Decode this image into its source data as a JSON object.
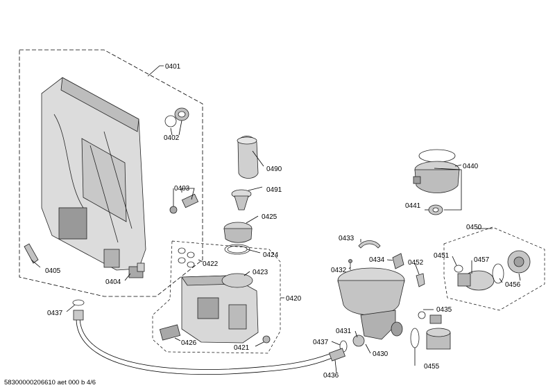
{
  "footer": "58300000206610 aet 000 b 4/6",
  "parts": {
    "p0401": "0401",
    "p0402": "0402",
    "p0403": "0403",
    "p0404": "0404",
    "p0405": "0405",
    "p0437a": "0437",
    "p0490": "0490",
    "p0491": "0491",
    "p0425": "0425",
    "p0424": "0424",
    "p0422": "0422",
    "p0423": "0423",
    "p0420": "0420",
    "p0426": "0426",
    "p0421": "0421",
    "p0440": "0440",
    "p0441": "0441",
    "p0450": "0450",
    "p0433": "0433",
    "p0434": "0434",
    "p0432": "0432",
    "p0452": "0452",
    "p0451": "0451",
    "p0457": "0457",
    "p0456": "0456",
    "p0435": "0435",
    "p0431": "0431",
    "p0437b": "0437",
    "p0430": "0430",
    "p0455": "0455",
    "p0436": "0436"
  },
  "colors": {
    "line": "#000000",
    "part_fill": "#d9d9d9",
    "part_shade": "#a8a8a8",
    "part_dark": "#7a7a7a"
  }
}
